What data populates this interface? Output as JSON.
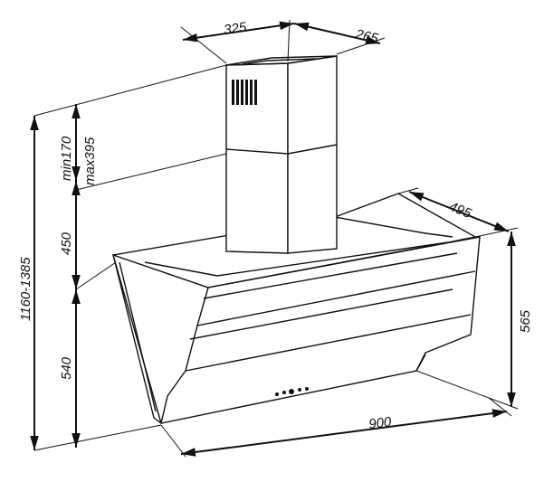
{
  "title": "Chimney range hood dimension drawing",
  "dimensions": {
    "chimney_width": "325",
    "chimney_depth": "265",
    "hood_depth": "495",
    "chimney_min": "min170",
    "chimney_max": "max395",
    "chimney_lower": "450",
    "total_height": "1160-1385",
    "hood_height": "540",
    "hood_side_height": "565",
    "hood_width": "900"
  }
}
